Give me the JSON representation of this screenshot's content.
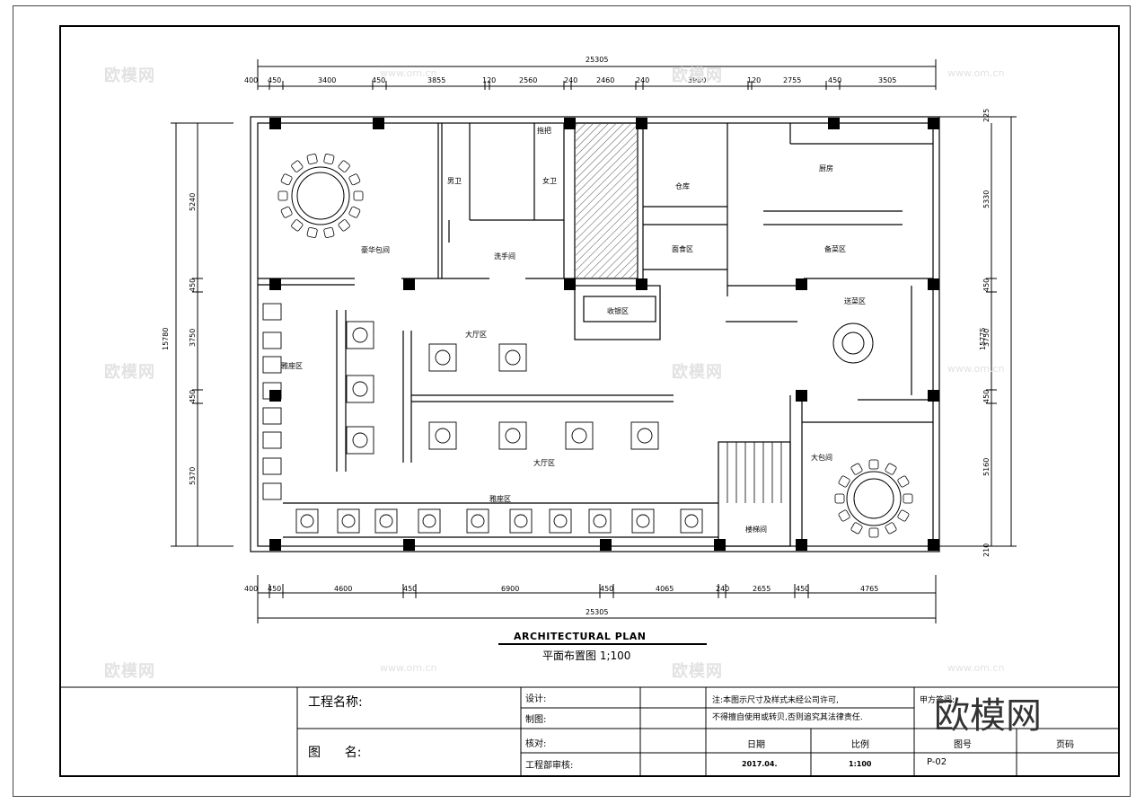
{
  "plan": {
    "title_en": "ARCHITECTURAL PLAN",
    "title_cn": "平面布置图 1;100",
    "dims_top": [
      "25305"
    ],
    "dims_top_row": [
      "400",
      "450",
      "3400",
      "450",
      "3855",
      "120",
      "2560",
      "240",
      "2460",
      "240",
      "3980",
      "120",
      "2755",
      "450",
      "3505"
    ],
    "dims_bottom": [
      "400",
      "450",
      "4600",
      "450",
      "6900",
      "450",
      "4065",
      "240",
      "2655",
      "450",
      "4765"
    ],
    "dims_bottom_total": "25305",
    "dims_left": [
      "5240",
      "450",
      "3750",
      "450",
      "5370"
    ],
    "dims_left_total": "15780",
    "dims_right": [
      "225",
      "5330",
      "450",
      "3750",
      "450",
      "5160",
      "210"
    ],
    "dims_right_total": "15775",
    "rooms": {
      "vip_room": "豪华包间",
      "mens_wc": "男卫",
      "womens_wc": "女卫",
      "washroom": "洗手间",
      "mop": "拖把",
      "warehouse": "仓库",
      "kitchen": "厨房",
      "cold_food": "面食区",
      "prep": "备菜区",
      "cashier": "收银区",
      "hall_upper": "大厅区",
      "hall_lower": "大厅区",
      "booth_left": "雅座区",
      "booth_bottom": "雅座区",
      "serving": "送菜区",
      "large_room": "大包间",
      "stairs": "楼梯间"
    }
  },
  "watermarks": {
    "logo": "欧模网",
    "url": "www.om.cn"
  },
  "title_block": {
    "project_label": "工程名称:",
    "drawing_label": "图      名:",
    "design_label": "设计:",
    "drafting_label": "制图:",
    "check_label": "核对:",
    "review_label": "工程部审核:",
    "note_line1": "注:本图示尺寸及样式未经公司许可,",
    "note_line2": "不得擅自使用或转贝,否则追究其法律责任.",
    "client_label": "甲方签阅:",
    "date_label": "日期",
    "scale_label": "比例",
    "drawing_no_label": "图号",
    "page_label": "页码",
    "date_value": "2017.04.",
    "scale_value": "1:100",
    "drawing_no_value": "P-02",
    "logo": "欧模网"
  }
}
